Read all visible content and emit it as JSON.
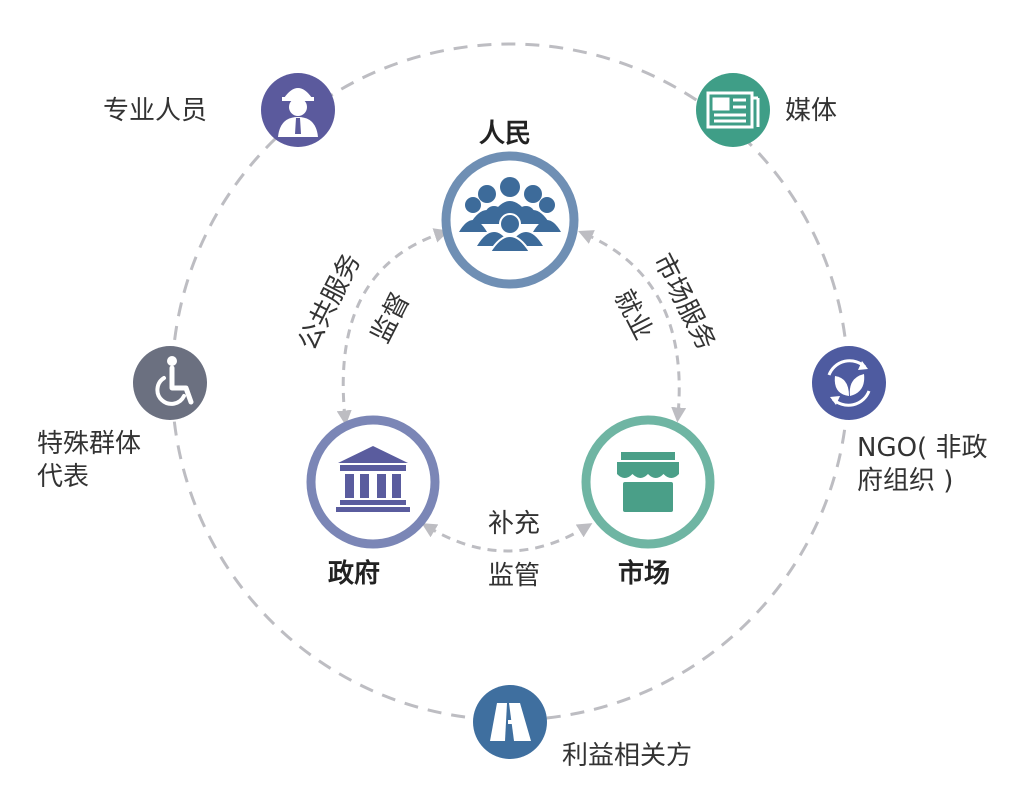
{
  "core": {
    "people": "人民",
    "government": "政府",
    "market": "市场"
  },
  "relations": {
    "gov_people_outer": "公共服务",
    "gov_people_inner": "监督",
    "market_people_outer": "市场服务",
    "market_people_inner": "就业",
    "gov_market_top": "补充",
    "gov_market_bottom": "监管"
  },
  "stakeholders": {
    "professionals": "专业人员",
    "media": "媒体",
    "special_groups_line1": "特殊群体",
    "special_groups_line2": "代表",
    "ngo_line1": "NGO( 非政",
    "ngo_line2": "府组织 )",
    "interested_parties": "利益相关方"
  },
  "icons": {
    "people": "people-group-icon",
    "government": "government-building-icon",
    "market": "storefront-icon",
    "professionals": "engineer-icon",
    "media": "newspaper-icon",
    "special_groups": "wheelchair-icon",
    "ngo": "leaf-recycle-icon",
    "interested_parties": "road-icon"
  },
  "colors": {
    "people": "#6f8fb4",
    "people_fill": "#3d6b9a",
    "government": "#7b86b6",
    "government_fill": "#5a5c9e",
    "market": "#6fb5a3",
    "market_fill": "#4a9f88",
    "professionals": "#5b5a9d",
    "media": "#3f9e87",
    "special_groups": "#6b7080",
    "ngo": "#4e5ba0",
    "interested_parties": "#3f6f9f",
    "dash": "#bdbdc2"
  }
}
